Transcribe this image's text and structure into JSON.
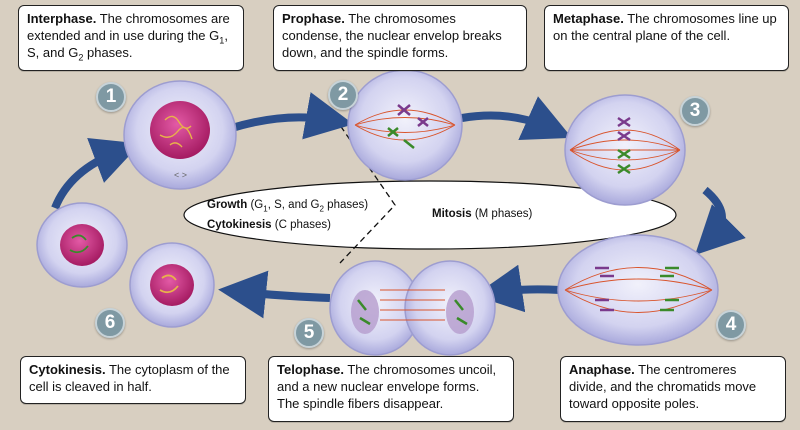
{
  "stages": [
    {
      "number": "1",
      "title": "Interphase.",
      "text_a": " The chromosomes are extended and in use during the G",
      "sub1": "1",
      "text_b": ", S, and G",
      "sub2": "2",
      "text_c": " phases."
    },
    {
      "number": "2",
      "title": "Prophase.",
      "text": " The chromosomes condense, the nuclear envelop breaks down, and the spindle forms."
    },
    {
      "number": "3",
      "title": "Metaphase.",
      "text": " The chromosomes line up on the central plane of the cell."
    },
    {
      "number": "4",
      "title": "Anaphase.",
      "text": " The centromeres divide, and the chromatids move toward opposite poles."
    },
    {
      "number": "5",
      "title": "Telophase.",
      "text": " The chromosomes uncoil, and a new nuclear envelope forms. The spindle fibers disappear."
    },
    {
      "number": "6",
      "title": "Cytokinesis.",
      "text": " The cytoplasm of the cell is cleaved in half."
    }
  ],
  "center": {
    "growth_bold": "Growth",
    "growth_a": " (G",
    "growth_sub1": "1",
    "growth_b": ", S, and G",
    "growth_sub2": "2",
    "growth_c": " phases)",
    "cyto_bold": "Cytokinesis",
    "cyto_rest": " (C phases)",
    "mitosis_bold": "Mitosis",
    "mitosis_rest": " (M phases)"
  },
  "colors": {
    "background": "#d8cfc1",
    "arrow": "#2c4f8c",
    "cell_membrane": "#b8b8e6",
    "nucleus": "#c02a78",
    "number_badge": "#7f99a3",
    "spindle": "#d9542c"
  }
}
